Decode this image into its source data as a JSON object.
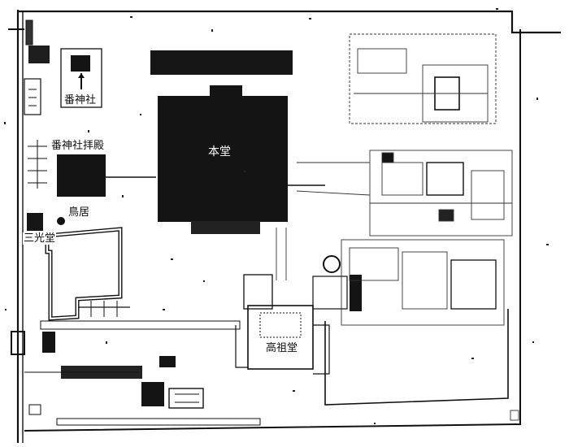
{
  "labels": {
    "bancho_shrine": "番神社",
    "bancho_haiden": "番神社拝殿",
    "main_hall": "本堂",
    "torii": "鳥居",
    "sankodo": "三光堂",
    "kosodo": "高祖堂"
  },
  "colors": {
    "ink": "#111111",
    "paper": "#ffffff",
    "building_fill": "#141414"
  }
}
